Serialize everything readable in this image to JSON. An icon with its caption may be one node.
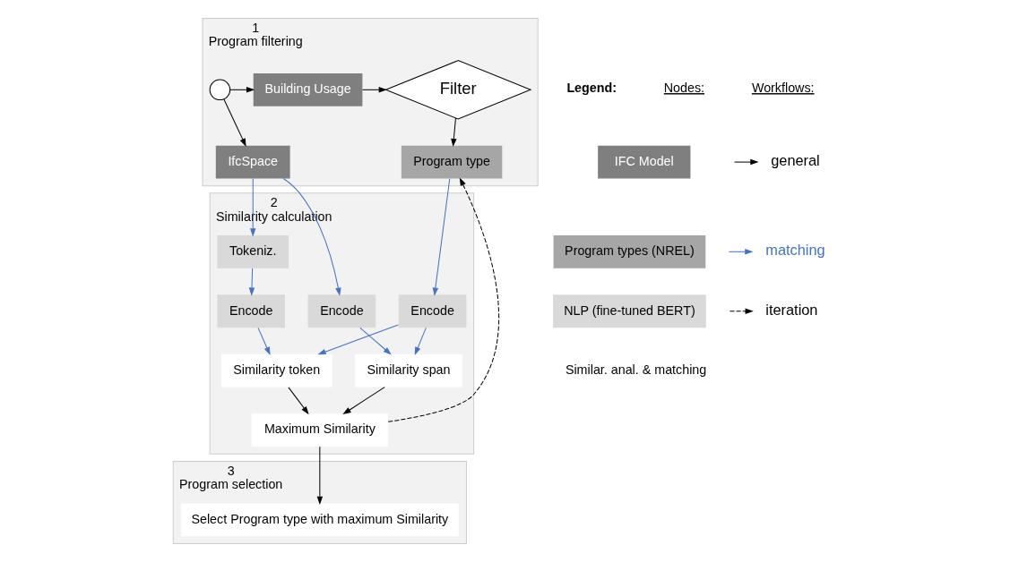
{
  "diagram": {
    "nodes": [
      {
        "text": [
          "Program filtering"
        ],
        "beside": [
          "1"
        ]
      },
      {
        "text": [],
        "shape": "circle",
        "in": 0
      },
      {
        "text": [
          "Building Usage"
        ],
        "in": 0
      },
      {
        "text": [
          "Filter"
        ],
        "in": 0
      },
      {
        "text": [
          "IfcSpace"
        ],
        "in": 0
      },
      {
        "text": [
          "Program type"
        ],
        "in": 0
      },
      {
        "text": [
          "Similarity calculation"
        ],
        "beside": [
          "2"
        ]
      },
      {
        "text": [
          "Tokeniz."
        ],
        "in": 6
      },
      {
        "text": [
          "Encode"
        ],
        "in": 6
      },
      {
        "text": [
          "Encode"
        ],
        "in": 6
      },
      {
        "text": [
          "Encode"
        ],
        "in": 6
      },
      {
        "text": [
          "Similarity token"
        ],
        "in": 6
      },
      {
        "text": [
          "Similarity span"
        ],
        "in": 6
      },
      {
        "text": [
          "Maximum Similarity"
        ],
        "in": 6
      },
      {
        "text": [
          "Program selection"
        ],
        "beside": [
          "3"
        ]
      },
      {
        "text": [
          "Select Program type with maximum Similarity"
        ],
        "in": 14
      }
    ],
    "edges": [
      {
        "from": 1,
        "to": 2,
        "arrow": "to"
      },
      {
        "from": 1,
        "to": 4,
        "arrow": "to"
      },
      {
        "from": 2,
        "to": 3,
        "arrow": "to"
      },
      {
        "from": 3,
        "to": 5,
        "arrow": "to"
      },
      {
        "from": 4,
        "to": 7,
        "arrow": "to",
        "color": "#4472c4"
      },
      {
        "from": 4,
        "to": 9,
        "arrow": "to",
        "color": "#4472c4"
      },
      {
        "from": 7,
        "to": 8,
        "arrow": "to",
        "color": "#4472c4"
      },
      {
        "from": 5,
        "to": 10,
        "arrow": "to",
        "color": "#4472c4"
      },
      {
        "from": 8,
        "to": 11,
        "arrow": "to",
        "color": "#4472c4"
      },
      {
        "from": 9,
        "to": 12,
        "arrow": "to",
        "color": "#4472c4"
      },
      {
        "from": 10,
        "to": 11,
        "arrow": "to",
        "color": "#4472c4"
      },
      {
        "from": 10,
        "to": 12,
        "arrow": "to",
        "color": "#4472c4"
      },
      {
        "from": 11,
        "to": 13,
        "arrow": "to"
      },
      {
        "from": 12,
        "to": 13,
        "arrow": "to"
      },
      {
        "from": 13,
        "to": 5,
        "arrow": "to",
        "style": "dashed"
      },
      {
        "from": 13,
        "to": 15,
        "arrow": "to"
      }
    ],
    "labels": [
      "Legend:",
      "Nodes:",
      "Workflows:"
    ],
    "legend": [
      {
        "text": "IFC Model",
        "color": "#7f7f7f"
      },
      {
        "text": "Program types (NREL)",
        "color": "#a6a6a6"
      },
      {
        "text": "NLP (fine-tuned BERT)",
        "color": "#d9d9d9"
      },
      {
        "text": "Similar. anal. & matching",
        "color": "#ffffff"
      },
      {
        "text": "general"
      },
      {
        "text": "matching"
      },
      {
        "text": "iteration"
      }
    ]
  }
}
